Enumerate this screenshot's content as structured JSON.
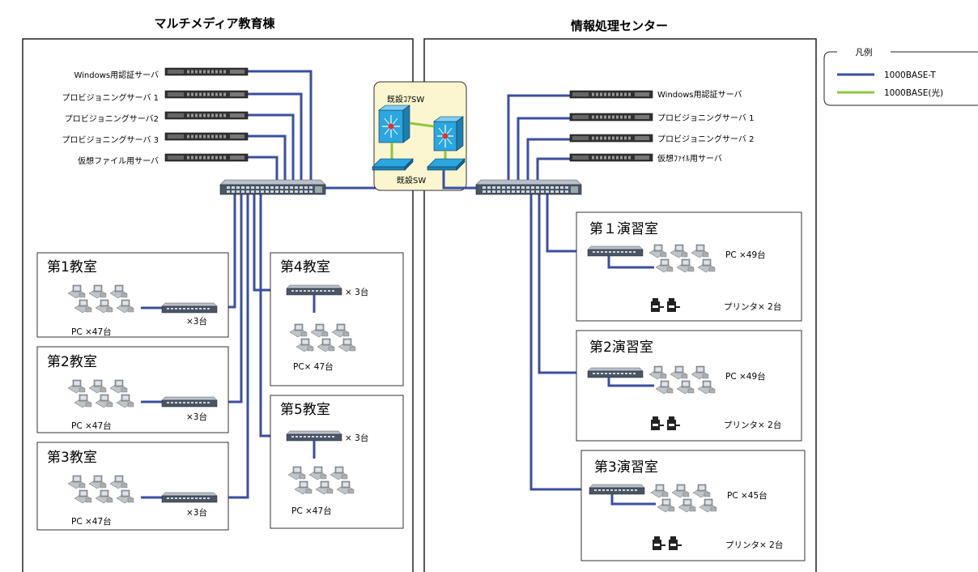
{
  "buildings": {
    "multimedia": "マルチメディア教育棟",
    "info_center": "情報処理センター"
  },
  "legend": {
    "title": "凡例",
    "items": [
      {
        "label": "1000BASE-T",
        "color": "#3a4fa3"
      },
      {
        "label": "1000BASE(光)",
        "color": "#8cc63e"
      }
    ]
  },
  "core": {
    "core_label": "既設ｺｱSW",
    "sw_label": "既設SW"
  },
  "left_servers": [
    "Windows用認証サーバ",
    "プロビジョニングサーバ 1",
    "プロビジョニングサーバ2",
    "プロビジョニングサーバ 3",
    "仮想ファイル用サーバ"
  ],
  "right_servers": [
    "Windows用認証サーバ",
    "プロビジョニングサーバ 1",
    "プロビジョニングサーバ 2",
    "仮想ﾌｧｲﾙ用サーバ"
  ],
  "classrooms": [
    {
      "name": "第1教室",
      "pc": "PC ×47台",
      "sw": "×3台"
    },
    {
      "name": "第2教室",
      "pc": "PC ×47台",
      "sw": "×3台"
    },
    {
      "name": "第3教室",
      "pc": "PC ×47台",
      "sw": "×3台"
    },
    {
      "name": "第4教室",
      "pc": "PC× 47台",
      "sw": "× 3台"
    },
    {
      "name": "第5教室",
      "pc": "PC ×47台",
      "sw": "× 3台"
    }
  ],
  "labs": [
    {
      "name": "第１演習室",
      "pc": "PC ×49台",
      "printer": "プリンタ× 2台"
    },
    {
      "name": "第2演習室",
      "pc": "PC ×49台",
      "printer": "プリンタ× 2台"
    },
    {
      "name": "第3演習室",
      "pc": "PC ×45台",
      "printer": "プリンタ× 2台"
    }
  ],
  "colors": {
    "copper": "#3a4fa3",
    "fiber": "#8cc63e",
    "core_bg": "#fbf6cf",
    "switch_blue": "#2aa6e0"
  }
}
